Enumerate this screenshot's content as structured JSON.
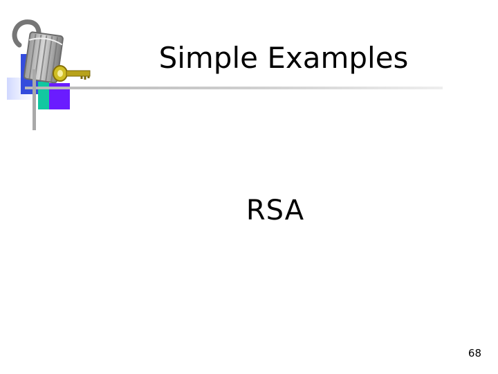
{
  "slide": {
    "title": "Simple Examples",
    "body_text": "RSA",
    "page_number": "68"
  },
  "logo": {
    "icon": "padlock-key-icon"
  },
  "colors": {
    "accent_purple": "#6a1cff",
    "accent_teal": "#12c8a0",
    "accent_blue": "#1f3ad8",
    "rule_gray": "#b8b8b8",
    "key_gold": "#b7a11f"
  }
}
